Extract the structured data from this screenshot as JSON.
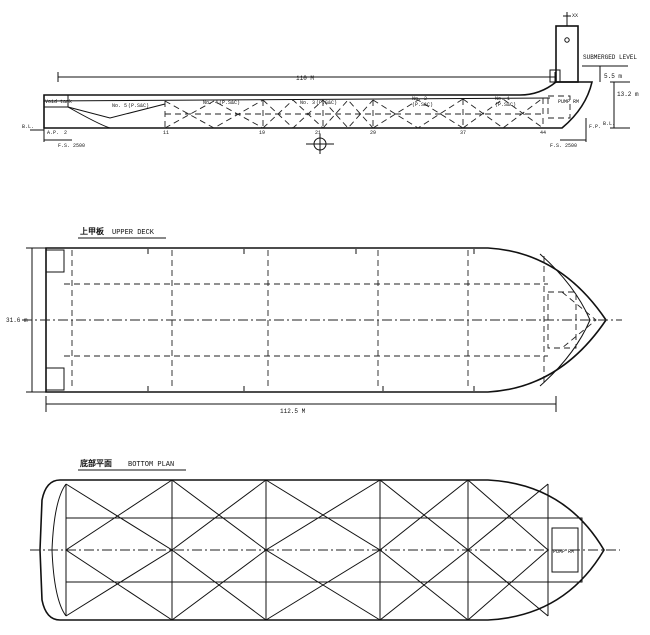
{
  "side_view": {
    "length_label": "110 M",
    "submerged_label": "SUBMERGED LEVEL",
    "mast_label": "XX",
    "draft_label": "5.5 m",
    "depth_label": "13.2 m",
    "bl_left": "B.L.",
    "bl_right": "B.L.",
    "ap_label": "A.P.",
    "fp_label": "F.P.",
    "fs_left": "F.S. 2500",
    "fs_right": "F.S. 2500",
    "void_tank": "Void tank",
    "pump_room": "PUMP RM",
    "tanks": [
      {
        "no": "No. 5",
        "sub": "(P.S&C)"
      },
      {
        "no": "No. 4",
        "sub": "(P.S&C)"
      },
      {
        "no": "No. 3",
        "sub": "(P.S&C)"
      },
      {
        "no": "No. 2",
        "sub": "(P.S&C)"
      },
      {
        "no": "No. 1",
        "sub": "(P.S&C)"
      }
    ],
    "frames": [
      "2",
      "11",
      "19",
      "21",
      "29",
      "37",
      "44"
    ]
  },
  "upper_deck": {
    "title_cn": "上甲板",
    "title_en": "UPPER  DECK",
    "breadth_label": "31.6 m",
    "length_label": "112.5 M"
  },
  "bottom_plan": {
    "title_cn": "底部平面",
    "title_en": "BOTTOM  PLAN",
    "pump_room": "PUMP RM"
  }
}
